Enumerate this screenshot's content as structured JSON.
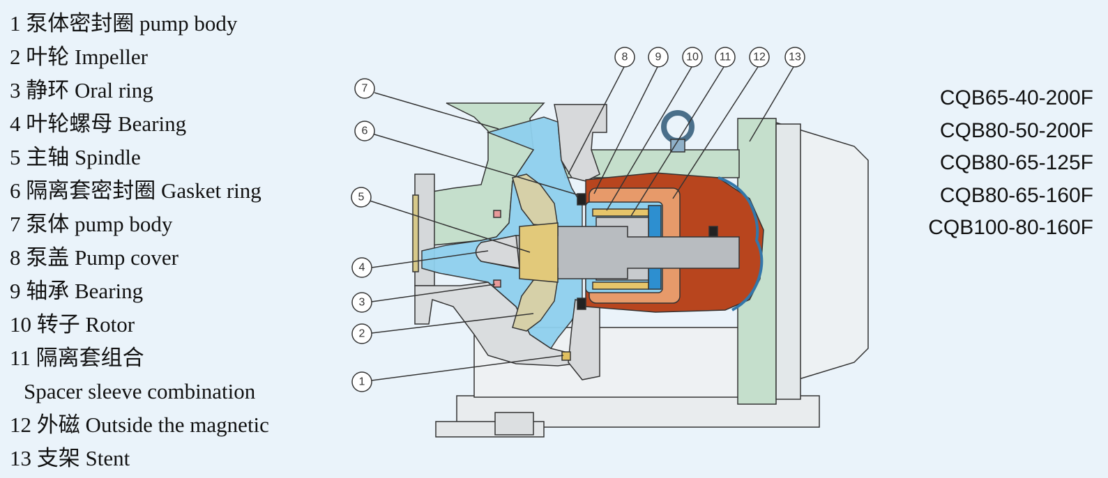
{
  "legend": [
    {
      "text": "1 泵体密封圈 pump body",
      "indent": false
    },
    {
      "text": "2 叶轮  Impeller",
      "indent": false
    },
    {
      "text": "3 静环  Oral ring",
      "indent": false
    },
    {
      "text": "4  叶轮螺母 Bearing",
      "indent": false
    },
    {
      "text": "5 主轴 Spindle",
      "indent": false
    },
    {
      "text": "6 隔离套密封圈  Gasket ring",
      "indent": false
    },
    {
      "text": "7 泵体 pump body",
      "indent": false
    },
    {
      "text": "8 泵盖  Pump cover",
      "indent": false
    },
    {
      "text": "9 轴承 Bearing",
      "indent": false
    },
    {
      "text": "10 转子 Rotor",
      "indent": false
    },
    {
      "text": "11 隔离套组合",
      "indent": false
    },
    {
      "text": "Spacer sleeve combination",
      "indent": true
    },
    {
      "text": "12 外磁  Outside the magnetic",
      "indent": false
    },
    {
      "text": "13  支架  Stent",
      "indent": false
    }
  ],
  "models": [
    "CQB65-40-200F",
    "CQB80-50-200F",
    "CQB80-65-125F",
    "CQB80-65-160F",
    "CQB100-80-160F"
  ],
  "callouts": {
    "c1": "1",
    "c2": "2",
    "c3": "3",
    "c4": "4",
    "c5": "5",
    "c6": "6",
    "c7": "7",
    "c8": "8",
    "c9": "9",
    "c10": "10",
    "c11": "11",
    "c12": "12",
    "c13": "13"
  },
  "colors": {
    "background": "#eaf3fa",
    "casing_green": "#c5dfcc",
    "fluid_blue": "#8fd0ee",
    "magnet_red": "#b8451e",
    "rotor_orange": "#e79a6a",
    "metal_gray": "#d2d4d6",
    "shaft_gray": "#b8bcc0",
    "gold": "#e6c56a",
    "line": "#333333"
  }
}
